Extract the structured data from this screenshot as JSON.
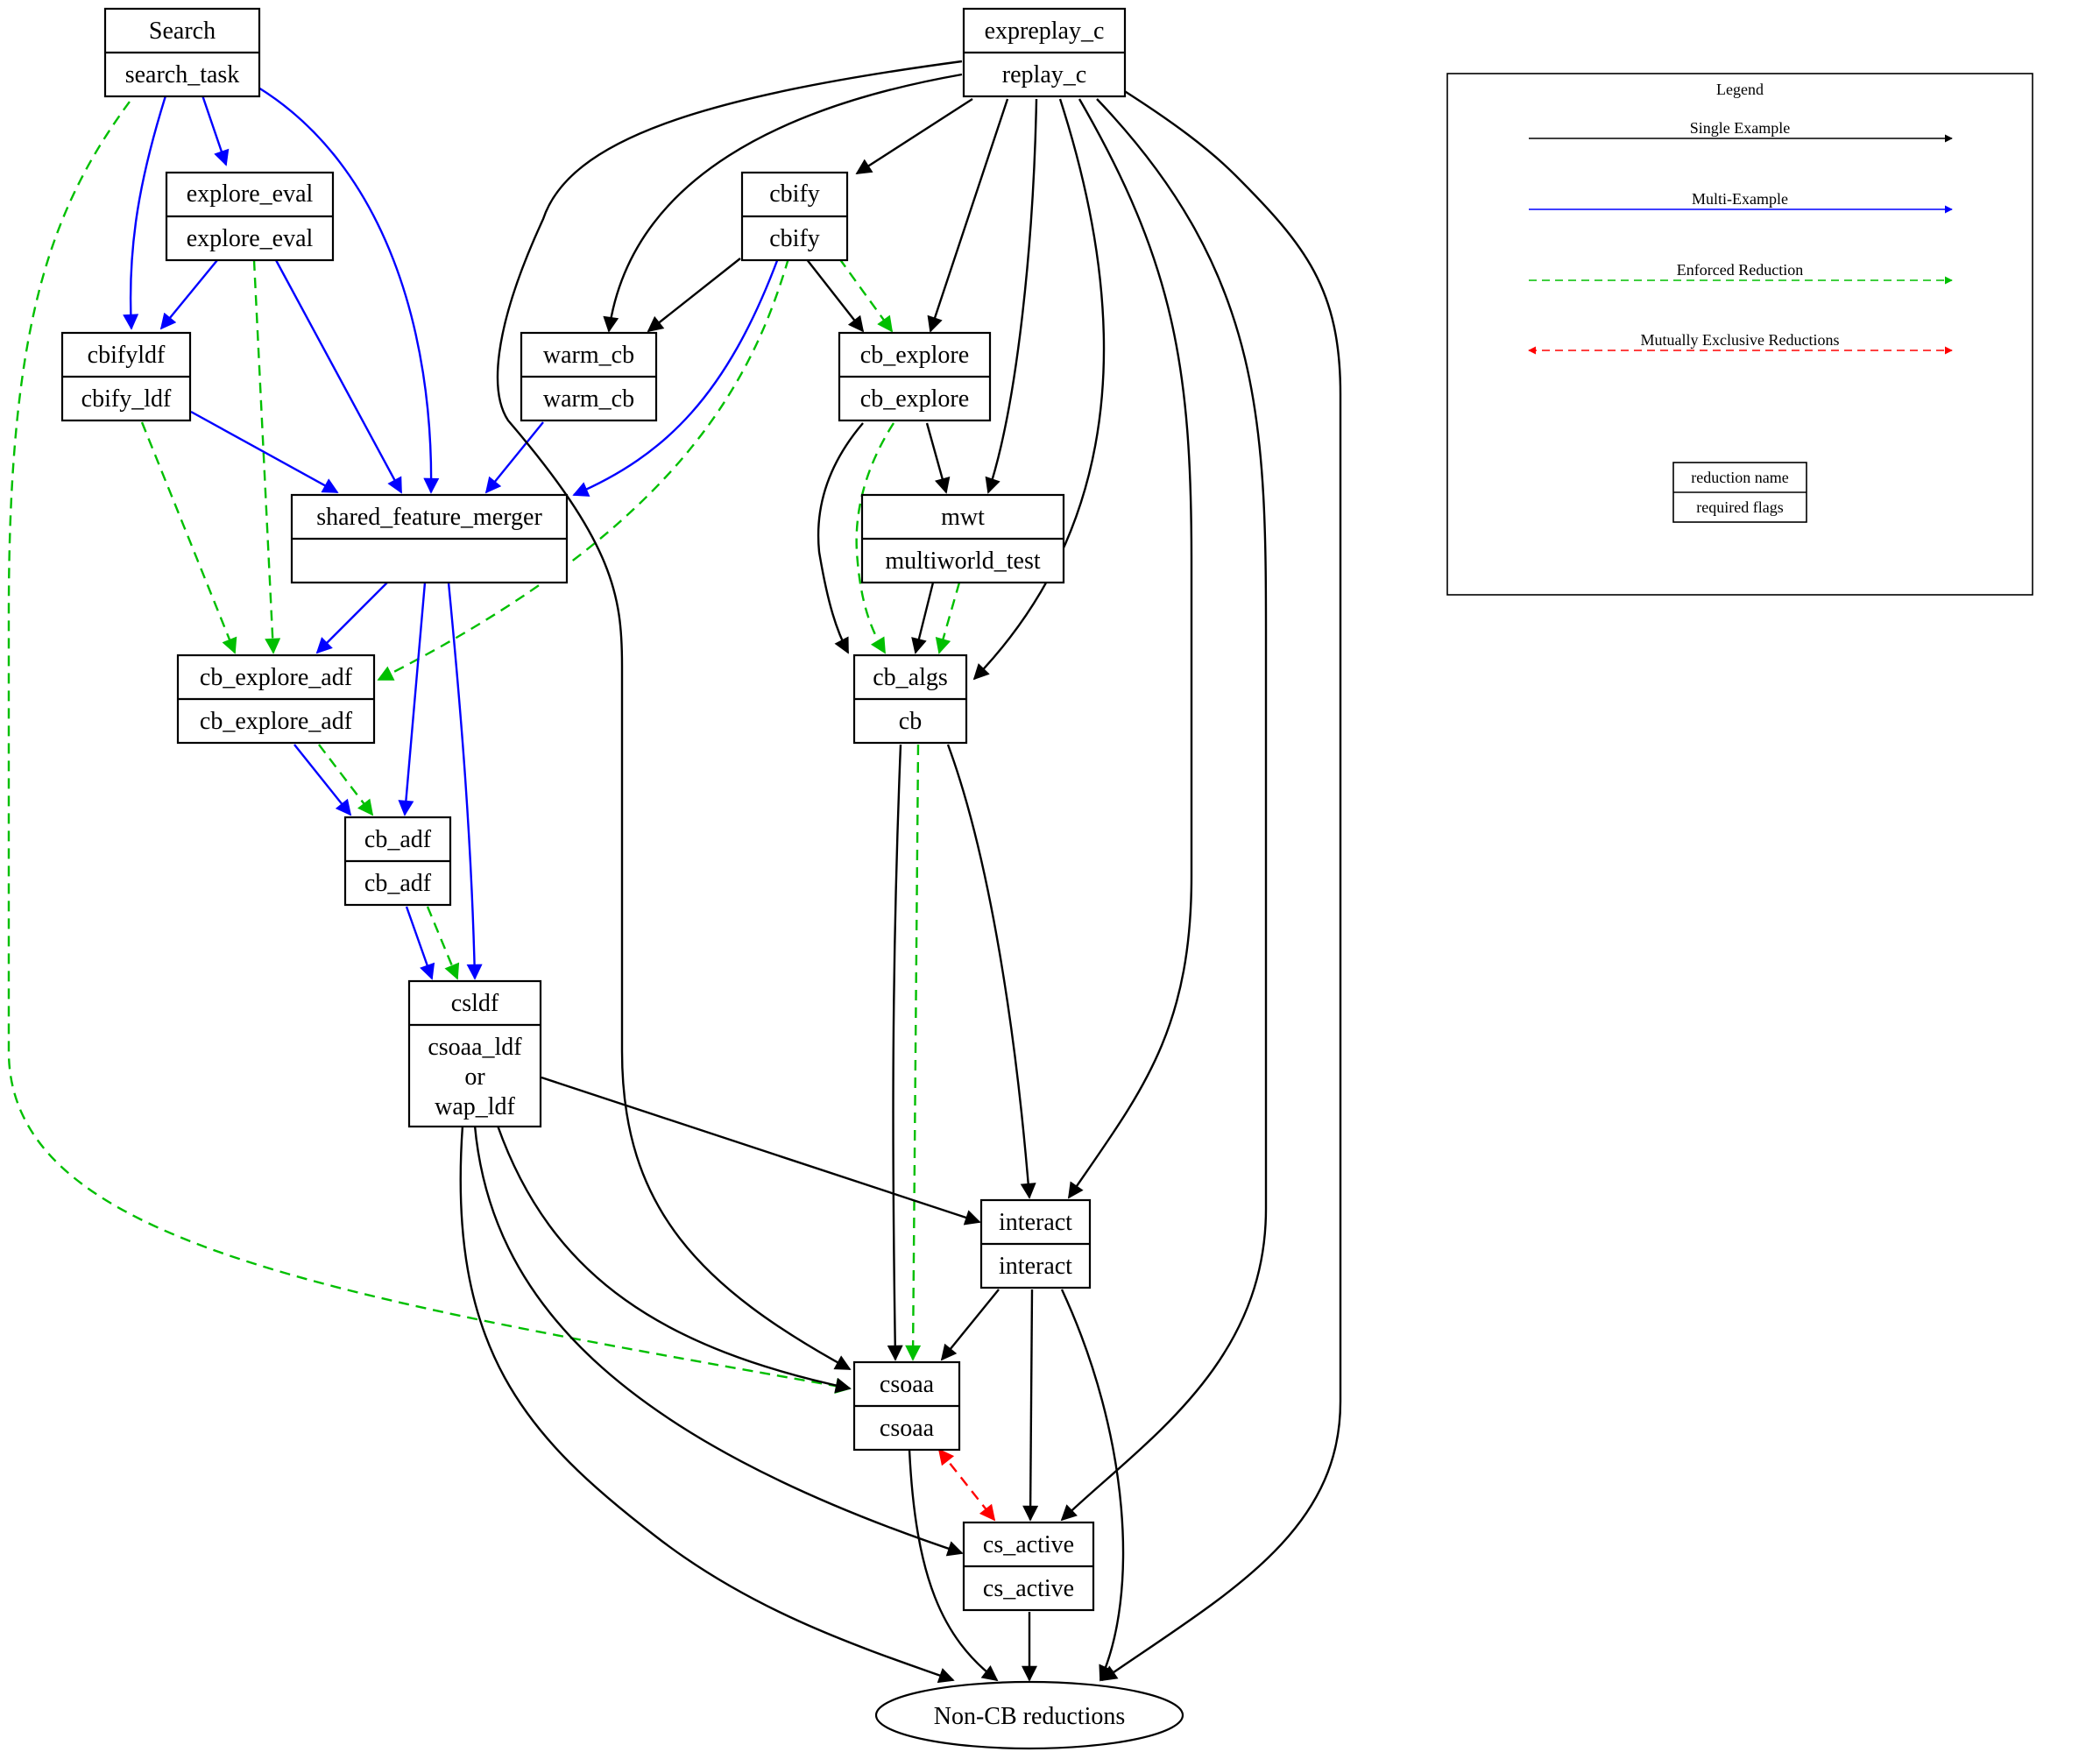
{
  "colors": {
    "single": "#000000",
    "multi": "#0000ff",
    "enforced": "#00bf00",
    "exclusive": "#ff0000"
  },
  "nodes": {
    "search": {
      "name": "Search",
      "flags": [
        "search_task"
      ]
    },
    "expreplay": {
      "name": "expreplay_c",
      "flags": [
        "replay_c"
      ]
    },
    "explore_eval": {
      "name": "explore_eval",
      "flags": [
        "explore_eval"
      ]
    },
    "cbify": {
      "name": "cbify",
      "flags": [
        "cbify"
      ]
    },
    "cbifyldf": {
      "name": "cbifyldf",
      "flags": [
        "cbify_ldf"
      ]
    },
    "warm_cb": {
      "name": "warm_cb",
      "flags": [
        "warm_cb"
      ]
    },
    "cb_explore": {
      "name": "cb_explore",
      "flags": [
        "cb_explore"
      ]
    },
    "sfm": {
      "name": "shared_feature_merger",
      "flags": [
        ""
      ]
    },
    "mwt": {
      "name": "mwt",
      "flags": [
        "multiworld_test"
      ]
    },
    "cb_explore_adf": {
      "name": "cb_explore_adf",
      "flags": [
        "cb_explore_adf"
      ]
    },
    "cb_algs": {
      "name": "cb_algs",
      "flags": [
        "cb"
      ]
    },
    "cb_adf": {
      "name": "cb_adf",
      "flags": [
        "cb_adf"
      ]
    },
    "csldf": {
      "name": "csldf",
      "flags": [
        "csoaa_ldf",
        "or",
        "wap_ldf"
      ]
    },
    "interact": {
      "name": "interact",
      "flags": [
        "interact"
      ]
    },
    "csoaa": {
      "name": "csoaa",
      "flags": [
        "csoaa"
      ]
    },
    "cs_active": {
      "name": "cs_active",
      "flags": [
        "cs_active"
      ]
    },
    "noncb": {
      "name": "Non-CB reductions"
    }
  },
  "legend": {
    "title": "Legend",
    "single": "Single Example",
    "multi": "Multi-Example",
    "enforced": "Enforced Reduction",
    "exclusive": "Mutually Exclusive Reductions",
    "sample_name": "reduction name",
    "sample_flags": "required flags"
  }
}
